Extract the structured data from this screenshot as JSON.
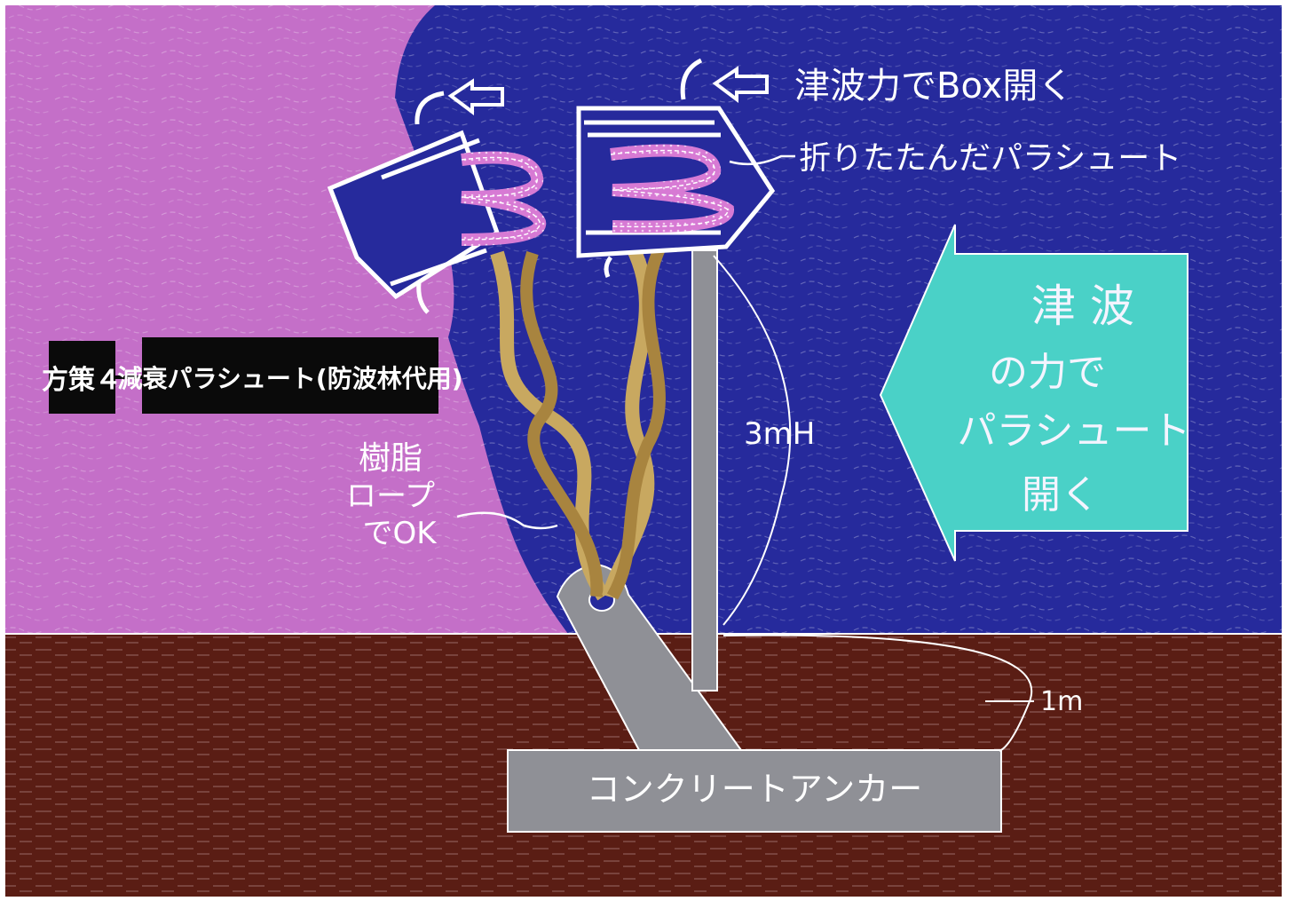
{
  "title_tag": "方策４",
  "title_main": "減衰パラシュート(防波林代用)",
  "labels": {
    "box_opens": "津波力でBox開く",
    "folded_parachute": "折りたたんだパラシュート",
    "height": "3mH",
    "depth": "1m",
    "rope_line1": "樹脂",
    "rope_line2": "ロープ",
    "rope_line3": "でOK",
    "anchor": "コンクリートアンカー"
  },
  "arrow_text": [
    "津 波",
    "の力で",
    "パラシュート",
    "開く"
  ],
  "colors": {
    "sea": "#262a9c",
    "land_left": "#c46fc8",
    "ground": "#5a1d14",
    "arrow": "#4ad1c7",
    "anchor": "#8f9096",
    "rope": "#c8a860",
    "parachute": "#d77ad4",
    "line": "#ffffff",
    "title_bg": "#0a0a0a"
  }
}
